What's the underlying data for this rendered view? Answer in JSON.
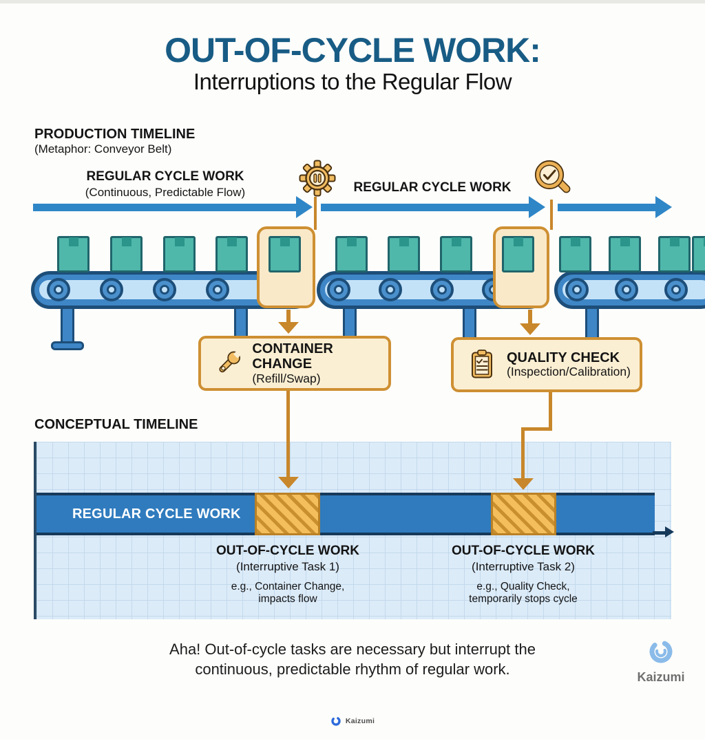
{
  "title": "OUT-OF-CYCLE WORK:",
  "subtitle": "Interruptions to the Regular Flow",
  "production": {
    "heading": "PRODUCTION TIMELINE",
    "metaphor": "(Metaphor: Conveyor Belt)",
    "flow_label_1": "REGULAR CYCLE WORK",
    "flow_sublabel_1": "(Continuous, Predictable Flow)",
    "flow_label_2": "REGULAR CYCLE WORK",
    "interruption_icons": [
      "gear-pause-icon",
      "magnifier-check-icon"
    ]
  },
  "callouts": {
    "container_change": {
      "icon": "wrench-icon",
      "title": "CONTAINER CHANGE",
      "subtitle": "(Refill/Swap)"
    },
    "quality_check": {
      "icon": "clipboard-checklist-icon",
      "title": "QUALITY CHECK",
      "subtitle": "(Inspection/Calibration)"
    }
  },
  "conceptual": {
    "heading": "CONCEPTUAL TIMELINE",
    "bar_label": "REGULAR CYCLE WORK",
    "interruption_1": {
      "title": "OUT-OF-CYCLE WORK",
      "subtitle": "(Interruptive Task 1)",
      "example_1": "e.g., Container Change,",
      "example_2": "impacts flow"
    },
    "interruption_2": {
      "title": "OUT-OF-CYCLE WORK",
      "subtitle": "(Interruptive Task 2)",
      "example_1": "e.g., Quality Check,",
      "example_2": "temporarily stops cycle"
    }
  },
  "takeaway": {
    "line1": "Aha! Out-of-cycle tasks are necessary but interrupt the",
    "line2": "continuous, predictable rhythm of regular work."
  },
  "brand": {
    "name": "Kaizumi"
  },
  "footer": {
    "brand": "Kaizumi"
  },
  "colors": {
    "title_blue": "#185c85",
    "arrow_blue": "#2f86c7",
    "belt_blue": "#3e86c6",
    "belt_outline": "#1d4e79",
    "belt_band": "#c3e2f8",
    "box_teal": "#4fb8ab",
    "accent_orange": "#ce9033",
    "accent_gold_fill": "#f2bd62",
    "cream": "#fbefd3",
    "panel_blue": "#dcebf8",
    "bar_blue": "#2f7bbe",
    "bar_outline": "#16395a",
    "hatch_gold": "#f3be5b",
    "hatch_stripe": "#c98f2f",
    "logo_blue": "#8abbe9",
    "footer_logo_blue": "#2e6bdb"
  }
}
